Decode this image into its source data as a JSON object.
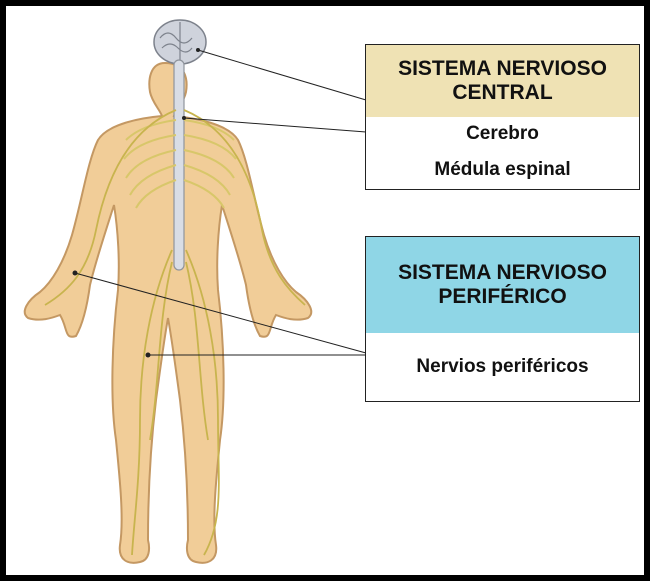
{
  "colors": {
    "frame": "#000000",
    "cns_header_bg": "#efe2b4",
    "pns_header_bg": "#8fd6e6",
    "item_bg": "#ffffff",
    "skin": "#f1cd98",
    "skin_outline": "#c49863",
    "nerve": "#d8c76a",
    "spine": "#d9dde5",
    "brain": "#cfd3dc"
  },
  "cns": {
    "title": "SISTEMA NERVIOSO CENTRAL",
    "items": [
      "Cerebro",
      "Médula espinal"
    ]
  },
  "pns": {
    "title": "SISTEMA NERVIOSO PERIFÉRICO",
    "items": [
      "Nervios periféricos"
    ]
  }
}
